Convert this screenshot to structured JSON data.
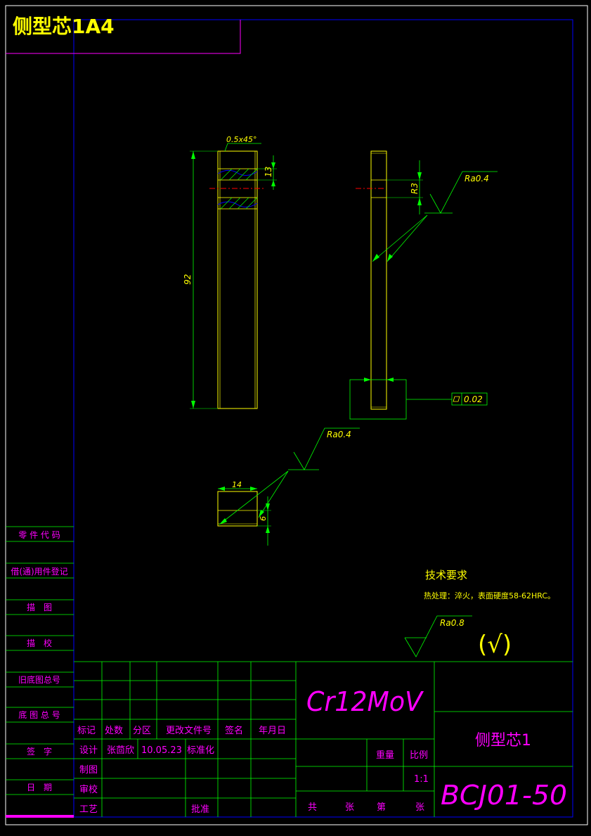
{
  "drawing_title": "侧型芯1A4",
  "dimensions": {
    "chamfer": "0.5x45°",
    "thickness_13": "13",
    "length_92": "92",
    "radius_r3": "R3",
    "width_14": "14",
    "height_6": "6",
    "flatness": "0.02"
  },
  "surface_finish": {
    "side_view": "Ra0.4",
    "section_view": "Ra0.4",
    "general": "Ra0.8",
    "general_bracket": "(√)"
  },
  "tech_requirements": {
    "heading": "技术要求",
    "line1": "热处理：淬火，表面硬度58-62HRC。"
  },
  "side_strip": [
    "零 件 代 码",
    "借(通)用件登记",
    "描　图",
    "描　校",
    "旧底图总号",
    "底 图 总 号",
    "签　字",
    "日　期"
  ],
  "title_block": {
    "headers": [
      "标记",
      "处数",
      "分区",
      "更改文件号",
      "签名",
      "年月日"
    ],
    "design_label": "设计",
    "designer": "张茴欣",
    "design_date": "10.05.23",
    "standardize_label": "标准化",
    "draft_label": "制图",
    "check_label": "审校",
    "process_label": "工艺",
    "approve_label": "批准",
    "material": "Cr12MoV",
    "weight_label": "重量",
    "scale_label": "比例",
    "scale_value": "1:1",
    "sheets_total": "共",
    "sheets_unit1": "张",
    "sheet_no": "第",
    "sheets_unit2": "张",
    "part_name": "侧型芯1",
    "drawing_number": "BCJ01-50"
  },
  "colors": {
    "frame": "#0000ff",
    "green": "#00ff00",
    "magenta": "#ff00ff",
    "yellow": "#ffff00",
    "red": "#ff0000",
    "white": "#ffffff"
  }
}
